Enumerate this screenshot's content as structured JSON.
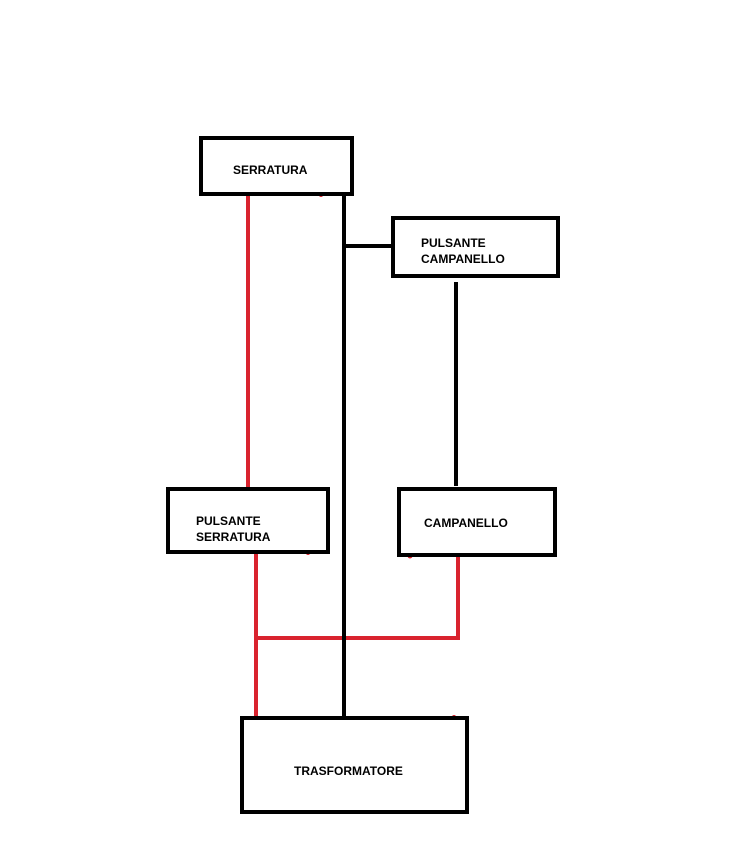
{
  "diagram": {
    "nodes": {
      "serratura": {
        "label": "SERRATURA"
      },
      "pulsante_campanello": {
        "line1": "PULSANTE",
        "line2": "CAMPANELLO"
      },
      "pulsante_serratura": {
        "line1": "PULSANTE",
        "line2": "SERRATURA"
      },
      "campanello": {
        "label": "CAMPANELLO"
      },
      "trasformatore": {
        "label": "TRASFORMATORE"
      }
    },
    "wire_colors": {
      "red": "#d9232e",
      "black": "#000000"
    }
  }
}
